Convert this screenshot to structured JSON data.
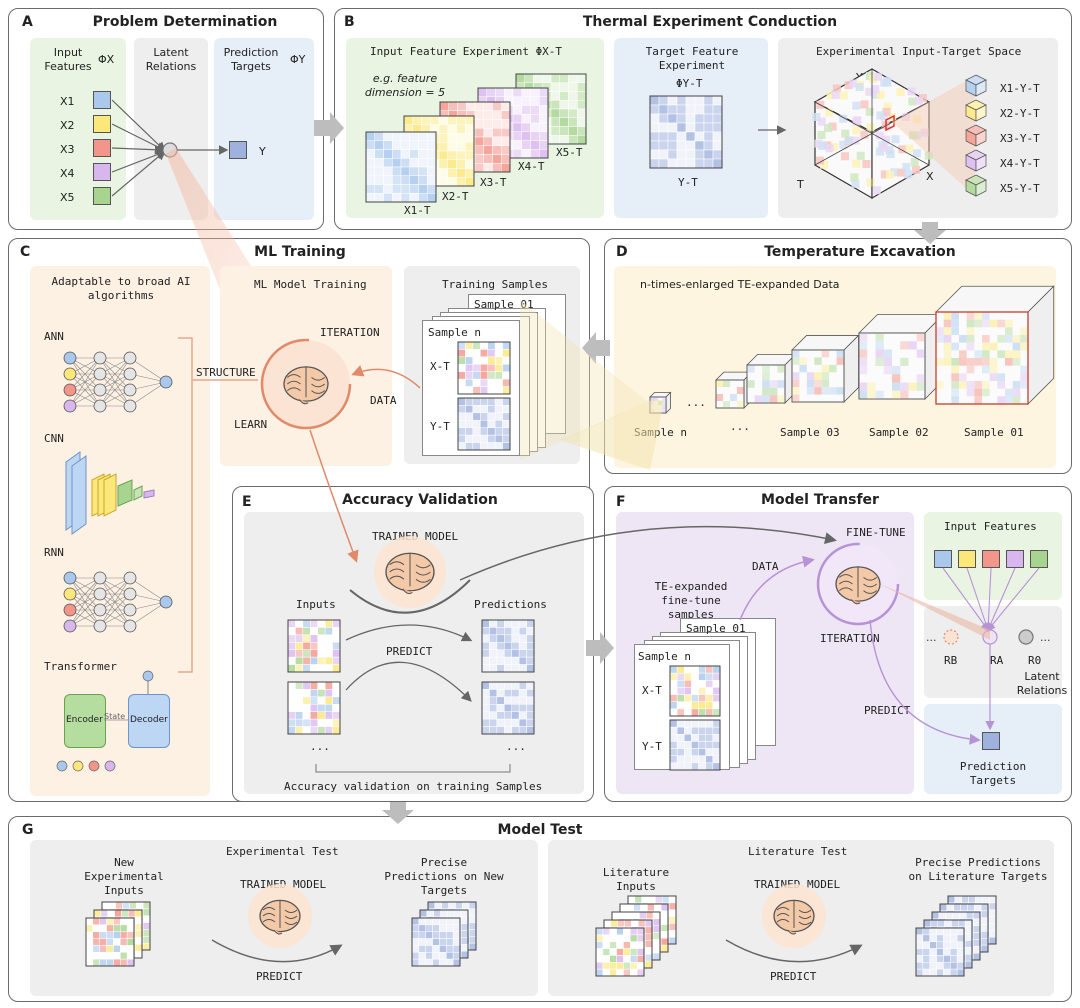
{
  "panels": {
    "A": {
      "letter": "A",
      "title": "Problem Determination"
    },
    "B": {
      "letter": "B",
      "title": "Thermal Experiment Conduction"
    },
    "C": {
      "letter": "C",
      "title": "ML Training"
    },
    "D": {
      "letter": "D",
      "title": "Temperature Excavation"
    },
    "E": {
      "letter": "E",
      "title": "Accuracy Validation"
    },
    "F": {
      "letter": "F",
      "title": "Model Transfer"
    },
    "G": {
      "letter": "G",
      "title": "Model Test"
    }
  },
  "panelA": {
    "input_features": "Input Features",
    "phi_x": "ΦX",
    "latent_relations": "Latent Relations",
    "prediction_targets": "Prediction Targets",
    "phi_y": "ΦY",
    "features": [
      "X1",
      "X2",
      "X3",
      "X4",
      "X5"
    ],
    "target": "Y"
  },
  "panelB": {
    "input_experiment": "Input Feature Experiment ΦX-T",
    "example_note": "e.g. feature dimension = 5",
    "matrix_labels": [
      "X1-T",
      "X2-T",
      "X3-T",
      "X4-T",
      "X5-T"
    ],
    "target_experiment": "Target Feature Experiment",
    "phi_yt": "ΦY-T",
    "target_label": "Y-T",
    "space_title": "Experimental Input-Target Space",
    "axis_y": "Y",
    "axis_t": "T",
    "axis_x": "X",
    "legend": [
      "X1-Y-T",
      "X2-Y-T",
      "X3-Y-T",
      "X4-Y-T",
      "X5-Y-T"
    ]
  },
  "panelC": {
    "adaptable": "Adaptable to broad AI algorithms",
    "algorithms": [
      "ANN",
      "CNN",
      "RNN",
      "Transformer"
    ],
    "encoder": "Encoder",
    "state": "State",
    "decoder": "Decoder",
    "structure": "STRUCTURE",
    "model_training": "ML Model Training",
    "iteration": "ITERATION",
    "learn": "LEARN",
    "data": "DATA",
    "training_samples": "Training Samples",
    "sample_01": "Sample 01",
    "sample_n": "Sample n",
    "xt": "X-T",
    "yt": "Y-T"
  },
  "panelD": {
    "subtitle": "n-times-enlarged TE-expanded Data",
    "samples": [
      "Sample n",
      "...",
      "Sample 03",
      "Sample 02",
      "Sample 01"
    ],
    "dots_top": "..."
  },
  "panelE": {
    "trained_model": "TRAINED MODEL",
    "inputs": "Inputs",
    "predictions": "Predictions",
    "predict": "PREDICT",
    "ellipsis": "...",
    "footer": "Accuracy validation on training Samples"
  },
  "panelF": {
    "data": "DATA",
    "fine_tune": "FINE-TUNE",
    "iteration": "ITERATION",
    "samples_title": "TE-expanded fine-tune samples",
    "sample_01": "Sample 01",
    "sample_n": "Sample n",
    "xt": "X-T",
    "yt": "Y-T",
    "input_features": "Input Features",
    "rb": "RB",
    "ra": "RA",
    "r0": "R0",
    "latent_relations": "Latent Relations",
    "predict": "PREDICT",
    "prediction_targets": "Prediction Targets"
  },
  "panelG": {
    "experimental_test": "Experimental Test",
    "new_inputs": "New Experimental Inputs",
    "trained_model_1": "TRAINED MODEL",
    "precise_new": "Precise Predictions on New Targets",
    "predict_1": "PREDICT",
    "literature_test": "Literature Test",
    "lit_inputs": "Literature Inputs",
    "trained_model_2": "TRAINED MODEL",
    "precise_lit": "Precise Predictions on Literature Targets",
    "predict_2": "PREDICT"
  },
  "colors": {
    "x1": "#a9c8ec",
    "x2": "#fbe77a",
    "x3": "#f2958a",
    "x4": "#d8b6ee",
    "x5": "#a7d48f",
    "target": "#9fb1dd",
    "brain": "#f4c9a8",
    "accent_orange": "#e08a6a",
    "accent_purple": "#b793d6"
  }
}
